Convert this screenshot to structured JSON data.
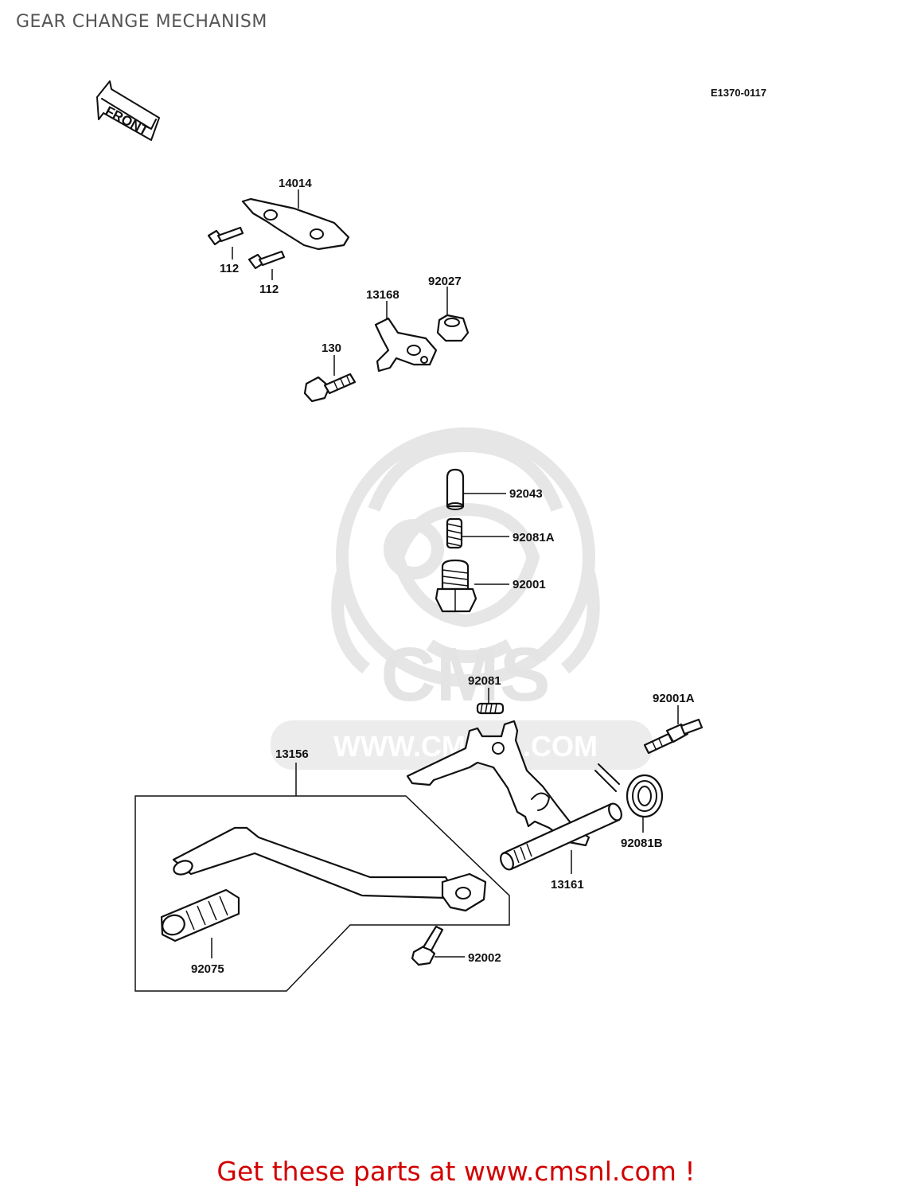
{
  "page": {
    "title": "GEAR CHANGE MECHANISM",
    "diagram_code": "E1370-0117",
    "front_marker": "FRONT",
    "watermark": {
      "logo_text": "CMS",
      "url_text": "WWW.CMSNL.COM"
    },
    "footer_banner": "Get these parts at www.cmsnl.com !"
  },
  "parts": {
    "p14014": "14014",
    "p112a": "112",
    "p112b": "112",
    "p13168": "13168",
    "p92027": "92027",
    "p130": "130",
    "p92043": "92043",
    "p92081A": "92081A",
    "p92001": "92001",
    "p92081": "92081",
    "p92001A": "92001A",
    "p13156": "13156",
    "p92081B": "92081B",
    "p13161": "13161",
    "p92075": "92075",
    "p92002": "92002"
  },
  "colors": {
    "banner": "#d20000",
    "title": "#555555",
    "line": "#111111",
    "watermark": "#e6e6e6"
  }
}
